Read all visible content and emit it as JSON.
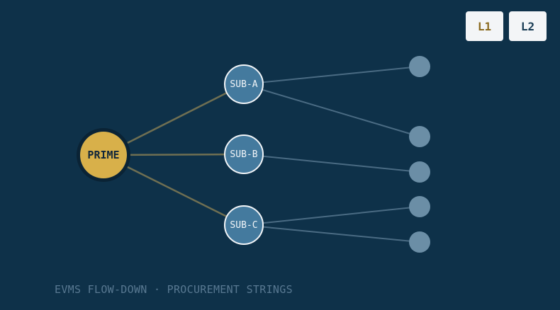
{
  "controls": {
    "level_1_label": "L1",
    "level_2_label": "L2"
  },
  "prime": {
    "label": "PRIME"
  },
  "subs": [
    {
      "label": "SUB-A"
    },
    {
      "label": "SUB-B"
    },
    {
      "label": "SUB-C"
    }
  ],
  "caption": "EVMS FLOW-DOWN · PROCUREMENT STRINGS",
  "colors": {
    "background": "#0e3149",
    "prime": "#d8b04a",
    "sub": "#447a9e",
    "leaf": "#6b8ea6",
    "prime_link": "#6f6f52",
    "sub_link": "#4a6b83"
  }
}
